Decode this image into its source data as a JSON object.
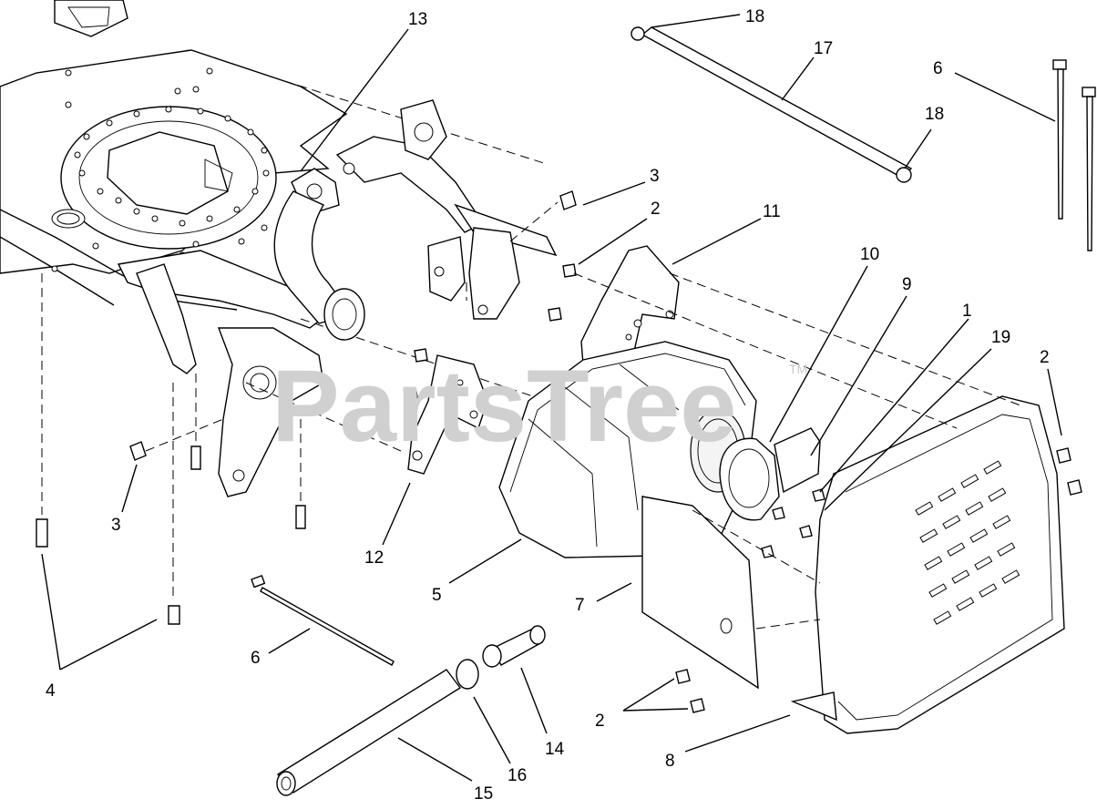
{
  "watermark": {
    "text": "PartsTree",
    "tm": "TM"
  },
  "callouts": [
    {
      "id": "c13",
      "label": "13"
    },
    {
      "id": "c18a",
      "label": "18"
    },
    {
      "id": "c17",
      "label": "17"
    },
    {
      "id": "c18b",
      "label": "18"
    },
    {
      "id": "c6a",
      "label": "6"
    },
    {
      "id": "c3a",
      "label": "3"
    },
    {
      "id": "c2a",
      "label": "2"
    },
    {
      "id": "c11",
      "label": "11"
    },
    {
      "id": "c10",
      "label": "10"
    },
    {
      "id": "c9",
      "label": "9"
    },
    {
      "id": "c1",
      "label": "1"
    },
    {
      "id": "c19",
      "label": "19"
    },
    {
      "id": "c2b",
      "label": "2"
    },
    {
      "id": "c3b",
      "label": "3"
    },
    {
      "id": "c12",
      "label": "12"
    },
    {
      "id": "c5",
      "label": "5"
    },
    {
      "id": "c7",
      "label": "7"
    },
    {
      "id": "c4",
      "label": "4"
    },
    {
      "id": "c6b",
      "label": "6"
    },
    {
      "id": "c14",
      "label": "14"
    },
    {
      "id": "c16",
      "label": "16"
    },
    {
      "id": "c15",
      "label": "15"
    },
    {
      "id": "c2c",
      "label": "2"
    },
    {
      "id": "c8",
      "label": "8"
    }
  ]
}
